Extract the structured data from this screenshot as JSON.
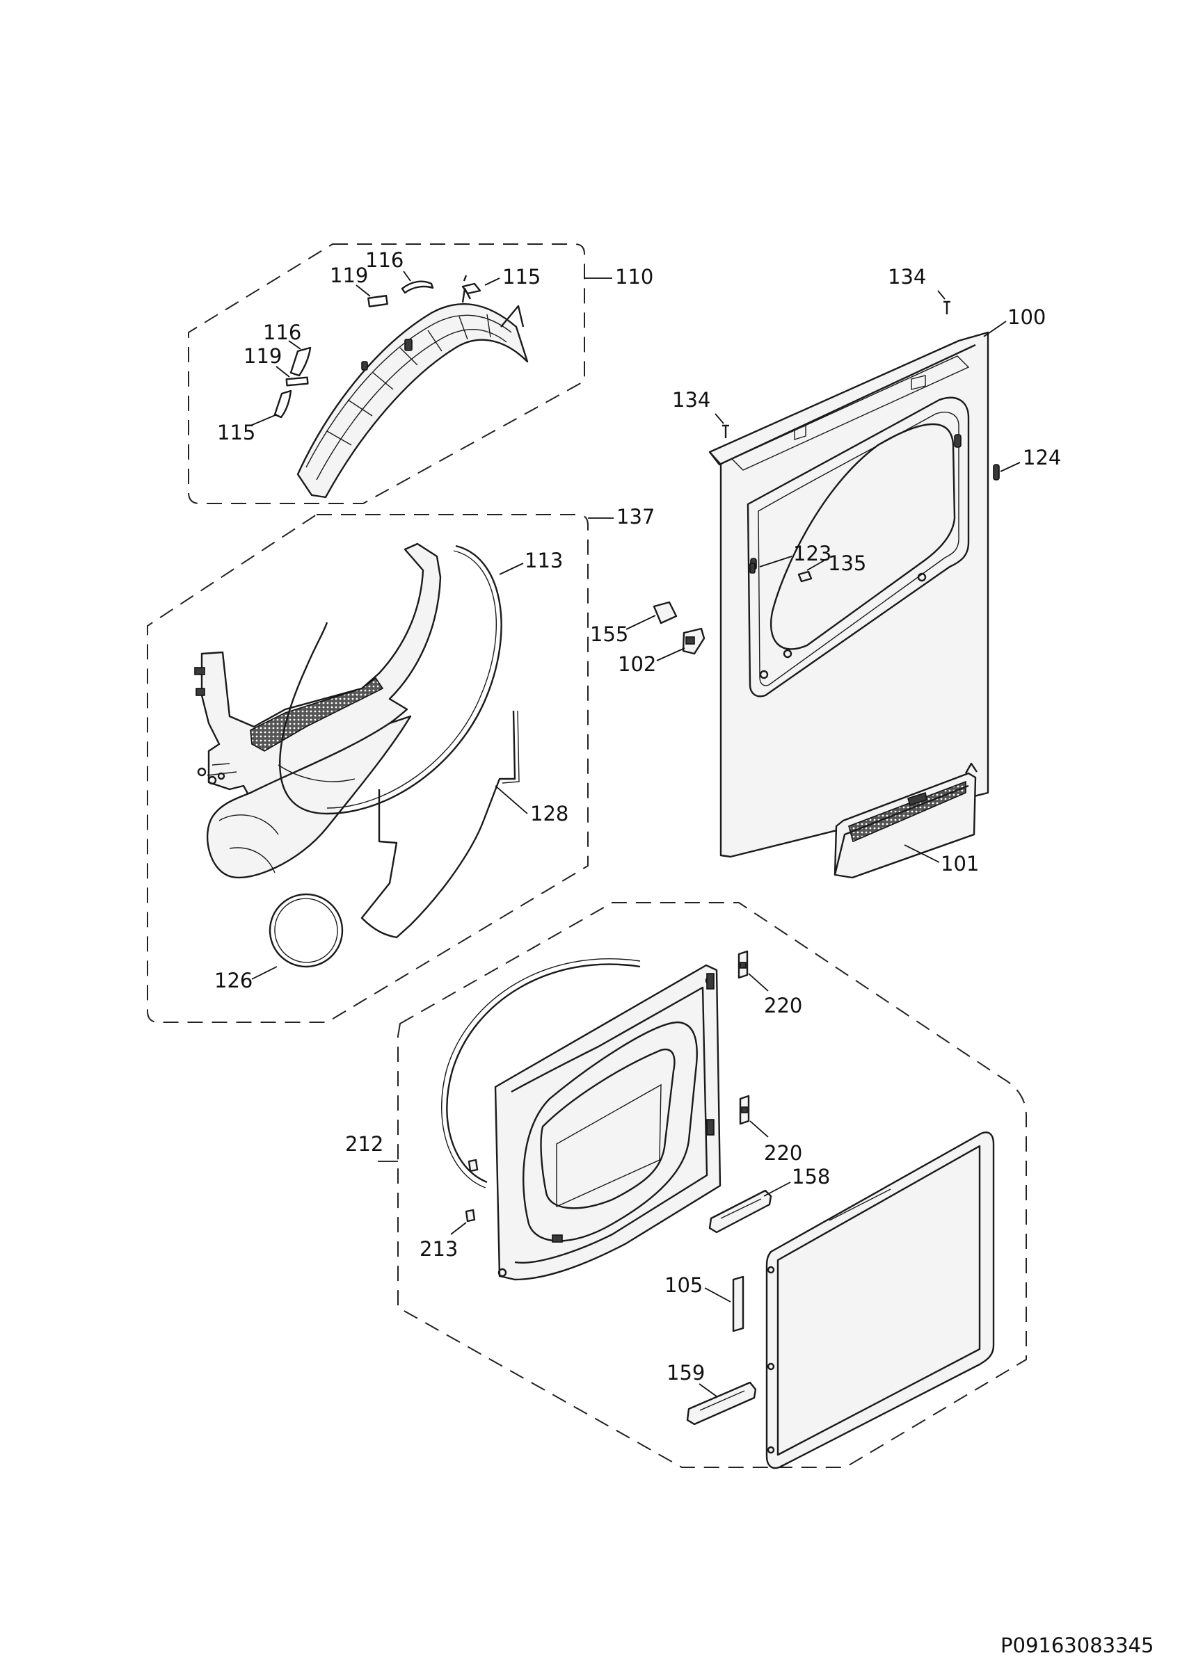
{
  "drawing": {
    "doc_id": "P09163083345"
  },
  "callouts": {
    "c100": "100",
    "c101": "101",
    "c102": "102",
    "c105": "105",
    "c110": "110",
    "c113": "113",
    "c115a": "115",
    "c115b": "115",
    "c116a": "116",
    "c116b": "116",
    "c119a": "119",
    "c119b": "119",
    "c123": "123",
    "c124": "124",
    "c126": "126",
    "c128": "128",
    "c134a": "134",
    "c134b": "134",
    "c135": "135",
    "c137": "137",
    "c155": "155",
    "c158": "158",
    "c159": "159",
    "c212": "212",
    "c213": "213",
    "c220a": "220",
    "c220b": "220"
  }
}
